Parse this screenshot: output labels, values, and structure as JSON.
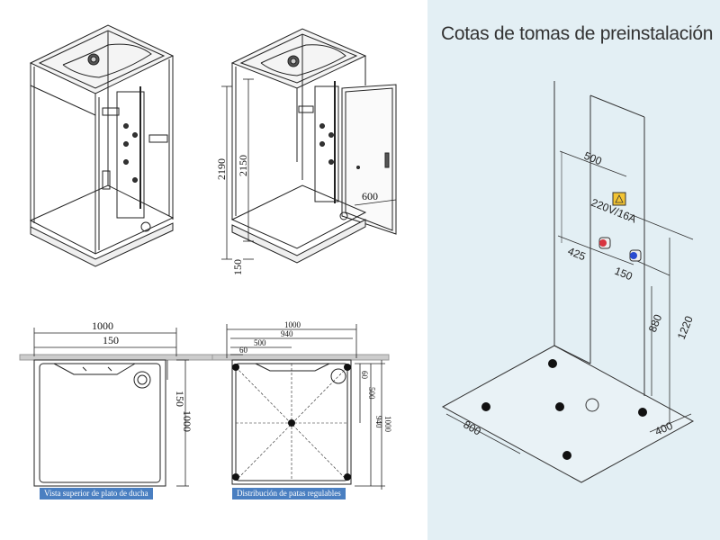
{
  "right_panel": {
    "title": "Cotas de tomas de preinstalación",
    "dims": {
      "w500": "500",
      "power": "220V/16A",
      "d425": "425",
      "d150": "150",
      "h880": "880",
      "h1220": "1220",
      "d800": "800",
      "d400": "400"
    }
  },
  "iso_cabin": {
    "dims": {
      "h2190": "2190",
      "h2150": "2150",
      "h150": "150",
      "door": "600"
    }
  },
  "top_view": {
    "caption": "Vista superior de plato de ducha",
    "dims": {
      "w1000": "1000",
      "w150": "150",
      "h150": "150",
      "h1000": "1000"
    }
  },
  "legs_view": {
    "caption": "Distribución de patas regulables",
    "dims": {
      "w1000": "1000",
      "w940": "940",
      "w500": "500",
      "w60": "60",
      "v60": "60",
      "v500": "500",
      "v940": "940",
      "v1000": "1000"
    }
  },
  "colors": {
    "accent_blue": "#4a7fc1",
    "panel_bg": "#e3eff4",
    "hot": "#d8343f",
    "cold": "#2a4bd0",
    "warning": "#f3c433"
  }
}
